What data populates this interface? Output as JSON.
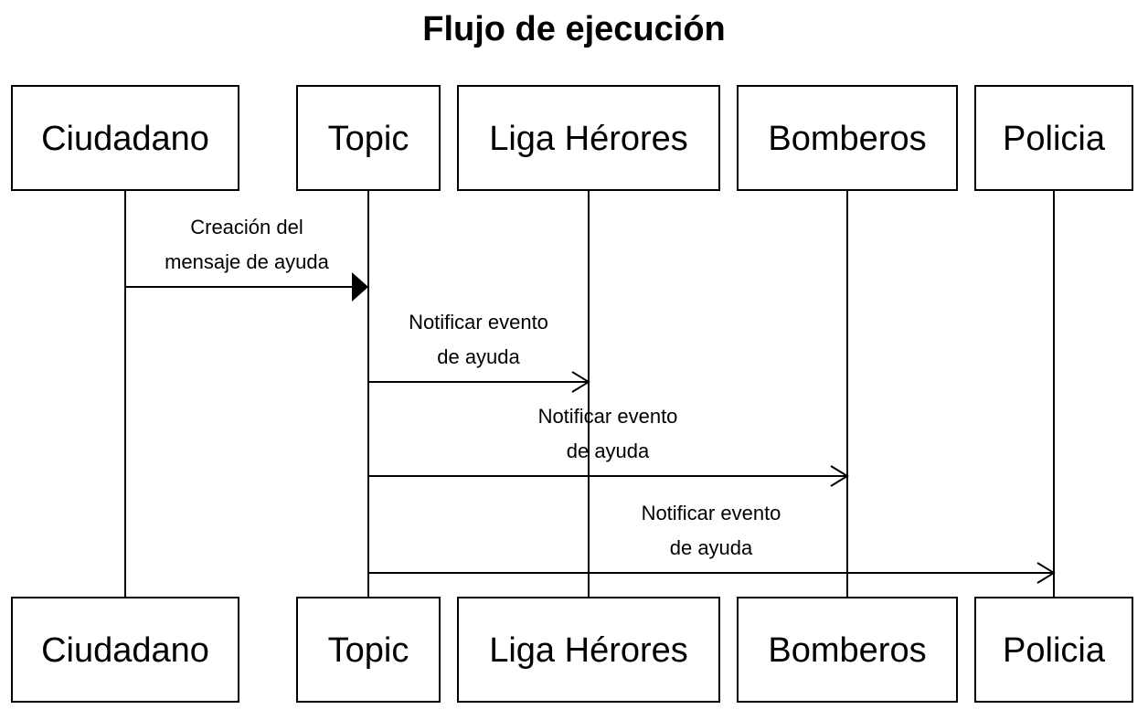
{
  "title": "Flujo de ejecución",
  "participants": [
    {
      "id": "ciudadano",
      "label": "Ciudadano"
    },
    {
      "id": "topic",
      "label": "Topic"
    },
    {
      "id": "liga",
      "label": "Liga Hérores"
    },
    {
      "id": "bomberos",
      "label": "Bomberos"
    },
    {
      "id": "policia",
      "label": "Policia"
    }
  ],
  "messages": [
    {
      "from": "ciudadano",
      "to": "topic",
      "arrow": "filled",
      "label_lines": [
        "Creación del",
        "mensaje de ayuda"
      ]
    },
    {
      "from": "topic",
      "to": "liga",
      "arrow": "open",
      "label_lines": [
        "Notificar evento",
        "de ayuda"
      ]
    },
    {
      "from": "topic",
      "to": "bomberos",
      "arrow": "open",
      "label_lines": [
        "Notificar evento",
        "de ayuda"
      ]
    },
    {
      "from": "topic",
      "to": "policia",
      "arrow": "open",
      "label_lines": [
        "Notificar evento",
        "de ayuda"
      ]
    }
  ],
  "colors": {
    "stroke": "#000000",
    "background": "#ffffff"
  }
}
